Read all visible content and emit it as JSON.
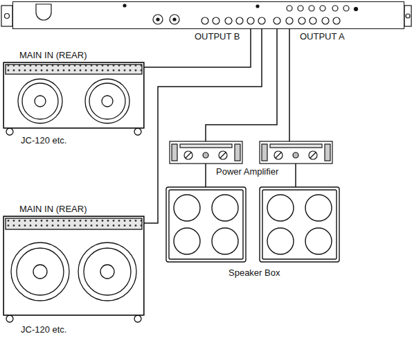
{
  "diagram": {
    "nodes": [
      {
        "text": [
          "OUTPUT B",
          "OUTPUT A"
        ]
      },
      {
        "text": [
          "MAIN IN (REAR)",
          "JC-120 etc."
        ]
      },
      {
        "text": [
          "MAIN IN (REAR)",
          "JC-120 etc."
        ]
      }
    ],
    "edges": [
      {
        "from": 0,
        "to": 1,
        "arrow": "none"
      },
      {
        "from": 0,
        "to": 2,
        "arrow": "none"
      }
    ],
    "labels": [
      "Power Amplifier",
      "Speaker Box"
    ]
  }
}
